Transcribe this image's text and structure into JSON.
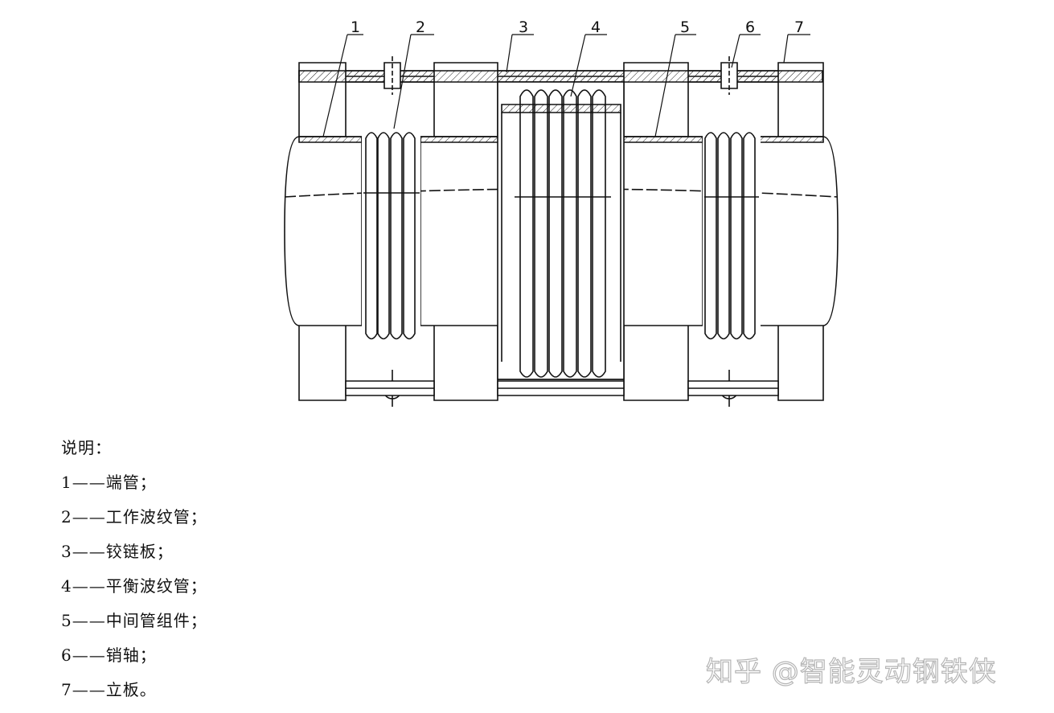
{
  "callouts": [
    "1",
    "2",
    "3",
    "4",
    "5",
    "6",
    "7"
  ],
  "legend": {
    "title": "说明：",
    "items": [
      "1——端管；",
      "2——工作波纹管；",
      "3——铰链板；",
      "4——平衡波纹管；",
      "5——中间管组件；",
      "6——销轴；",
      "7——立板。"
    ]
  },
  "watermark": "知乎 @智能灵动钢铁侠"
}
